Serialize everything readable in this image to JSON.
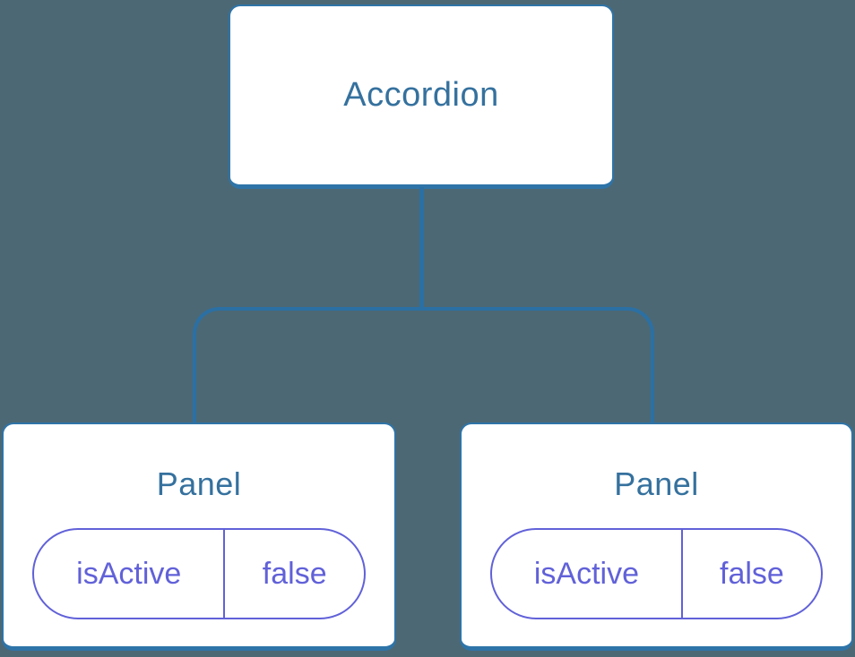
{
  "colors": {
    "background": "#4C6874",
    "node_border": "#2E74A8",
    "connector": "#2B70A4",
    "node_title": "#35719E",
    "pill": "#6161D9"
  },
  "tree": {
    "root": {
      "label": "Accordion"
    },
    "children": [
      {
        "label": "Panel",
        "prop": {
          "name": "isActive",
          "value": "false"
        }
      },
      {
        "label": "Panel",
        "prop": {
          "name": "isActive",
          "value": "false"
        }
      }
    ]
  }
}
